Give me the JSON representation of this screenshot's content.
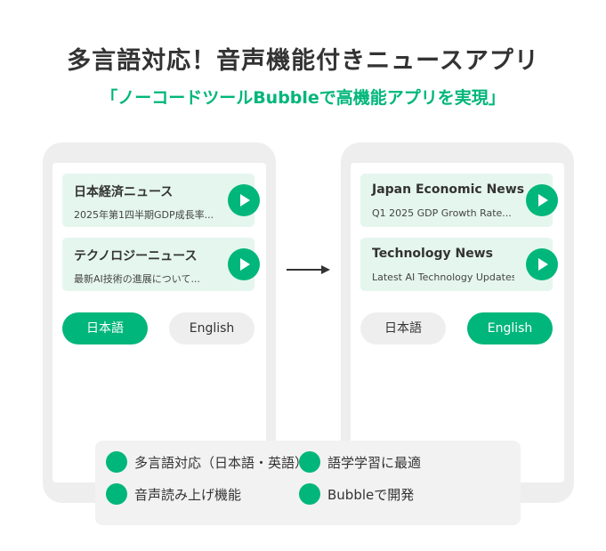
{
  "header": {
    "title": "多言語対応！音声機能付きニュースアプリ",
    "subtitle": "「ノーコードツールBubbleで高機能アプリを実現」"
  },
  "left_screen": {
    "cards": [
      {
        "title": "日本経済ニュース",
        "summary": "2025年第1四半期GDP成長率..."
      },
      {
        "title": "テクノロジーニュース",
        "summary": "最新AI技術の進展について..."
      }
    ],
    "languages": [
      {
        "label": "日本語",
        "state": "active"
      },
      {
        "label": "English",
        "state": "inactive"
      }
    ]
  },
  "right_screen": {
    "cards": [
      {
        "title": "Japan Economic News",
        "summary": "Q1 2025 GDP Growth Rate..."
      },
      {
        "title": "Technology News",
        "summary": "Latest AI Technology Updates..."
      }
    ],
    "languages": [
      {
        "label": "日本語",
        "state": "inactive"
      },
      {
        "label": "English",
        "state": "active"
      }
    ]
  },
  "features": [
    {
      "label": "多言語対応（日本語・英語）"
    },
    {
      "label": "語学学習に最適"
    },
    {
      "label": "音声読み上げ機能"
    },
    {
      "label": "Bubbleで開発"
    }
  ],
  "icons": {
    "play": "play-icon",
    "arrow": "arrow-right-icon",
    "bullet": "green-dot-icon"
  },
  "colors": {
    "accent": "#00b67a",
    "card_bg": "#e5f6ee",
    "phone_frame": "#eeeeee",
    "text": "#333333",
    "feature_box": "#f2f2f2"
  }
}
